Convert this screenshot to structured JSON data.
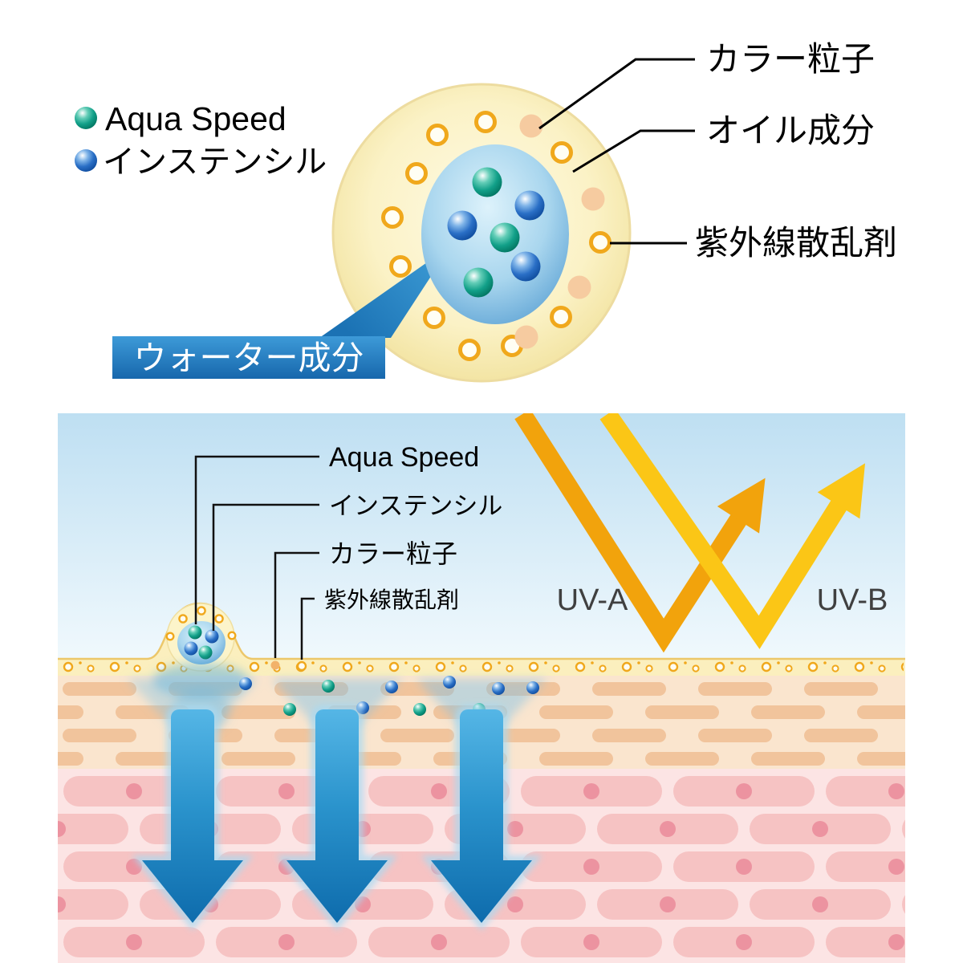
{
  "top": {
    "legend": {
      "aqua_speed": "Aqua Speed",
      "instensil": "インステンシル"
    },
    "labels": {
      "color_particle": "カラー粒子",
      "oil_component": "オイル成分",
      "uv_scattering": "紫外線散乱剤",
      "water_component": "ウォーター成分"
    }
  },
  "bottom": {
    "labels": {
      "aqua_speed": "Aqua Speed",
      "instensil": "インステンシル",
      "color_particle": "カラー粒子",
      "uv_scattering": "紫外線散乱剤"
    },
    "uv": {
      "uv_a": "UV-A",
      "uv_b": "UV-B"
    }
  },
  "colors": {
    "capsule_cream": "#FBF2C5",
    "oil_ring_orange": "#F0A81C",
    "color_particle_peach": "#F6CBA0",
    "water_blue_deep": "#5FA0CE",
    "aqua_speed_teal": "#12A089",
    "instensil_blue": "#2A6FC6",
    "label_box_blue": "#1F7DC0",
    "uv_a_orange": "#F2A30C",
    "uv_b_yellow": "#FBC616",
    "sky_top": "#BEDFF2",
    "skin_band": "#FBEFBE",
    "dermis_bg": "#FAE5CE",
    "dermis_cell": "#F1C49C",
    "deep_bg": "#FCE4E4",
    "deep_cell": "#F6C3C3",
    "deep_dot": "#EC93A0",
    "arrow_blue": "#0D6AAB"
  }
}
